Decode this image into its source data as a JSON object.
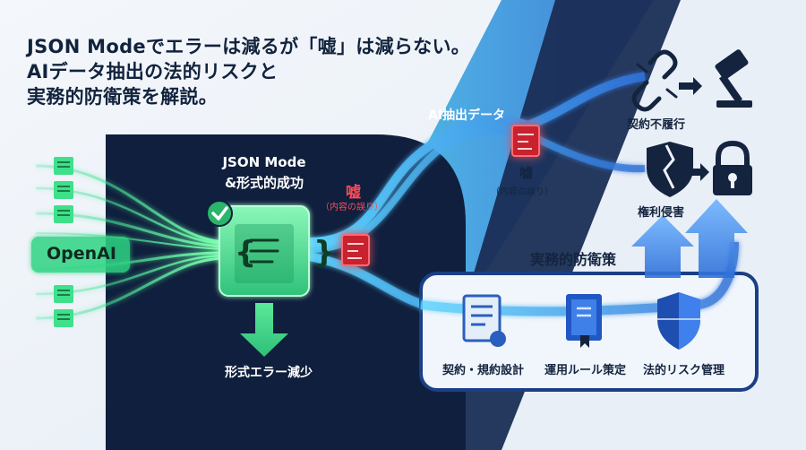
{
  "headline": {
    "line1": "JSON Modeでエラーは減るが「嘘」は減らない。",
    "line2": "AIデータ抽出の法的リスクと",
    "line3": "実務的防衛策を解説。"
  },
  "source": {
    "label": "OpenAI"
  },
  "json_mode": {
    "title_line1": "JSON Mode",
    "title_line2": "&形式的成功",
    "brace_glyph": "{ }",
    "result_label": "形式エラー減少"
  },
  "lie_near": {
    "label": "嘘",
    "sub": "（内容の誤り）"
  },
  "extracted_data": {
    "label": "AI抽出データ"
  },
  "lie_far": {
    "label": "嘘",
    "sub": "（内容の誤り）"
  },
  "risks": [
    {
      "label": "契約不履行",
      "icons": [
        "broken-chain-icon",
        "gavel-icon"
      ]
    },
    {
      "label": "権利侵害",
      "icons": [
        "broken-shield-icon",
        "padlock-icon"
      ]
    }
  ],
  "defense": {
    "title": "実務的防衛策",
    "items": [
      {
        "label": "契約・規約設計",
        "icon": "contract-document-icon"
      },
      {
        "label": "運用ルール策定",
        "icon": "rulebook-icon"
      },
      {
        "label": "法的リスク管理",
        "icon": "shield-icon"
      }
    ]
  },
  "colors": {
    "navy": "#0f1f3d",
    "green": "#3fe08a",
    "blue_stream": "#5aa8ff",
    "red_warning": "#ff3b47",
    "text_dark": "#14243f"
  }
}
